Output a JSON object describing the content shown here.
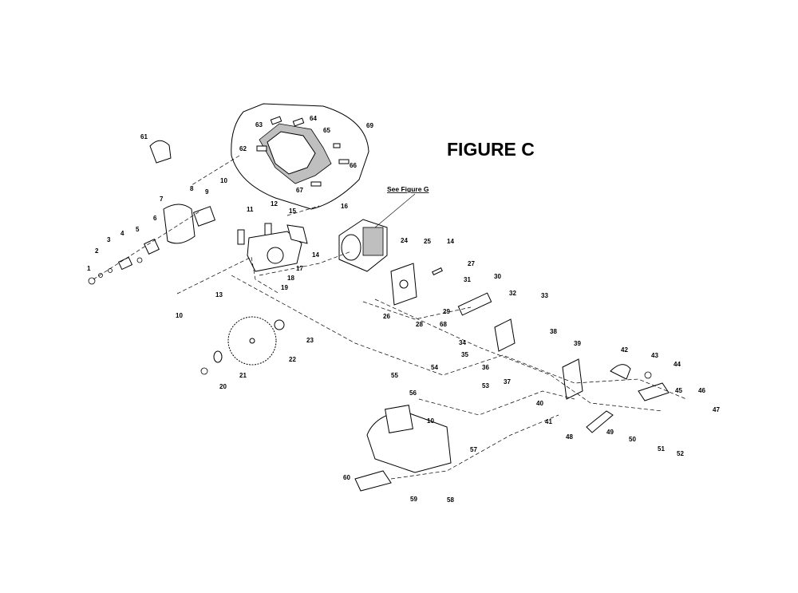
{
  "title": "FIGURE C",
  "reference_label": "See Figure G",
  "callouts": {
    "p1": "1",
    "p2": "2",
    "p3": "3",
    "p4": "4",
    "p5": "5",
    "p6": "6",
    "p7": "7",
    "p8": "8",
    "p9": "9",
    "p10a": "10",
    "p10b": "10",
    "p10c": "10",
    "p11": "11",
    "p12": "12",
    "p13": "13",
    "p14a": "14",
    "p14b": "14",
    "p15": "15",
    "p16": "16",
    "p17": "17",
    "p18": "18",
    "p19": "19",
    "p20": "20",
    "p21": "21",
    "p22": "22",
    "p23": "23",
    "p24": "24",
    "p25": "25",
    "p26": "26",
    "p27": "27",
    "p28": "28",
    "p29": "29",
    "p30": "30",
    "p31": "31",
    "p32": "32",
    "p33": "33",
    "p34": "34",
    "p35": "35",
    "p36": "36",
    "p37": "37",
    "p38": "38",
    "p39": "39",
    "p40": "40",
    "p41": "41",
    "p42": "42",
    "p43": "43",
    "p44": "44",
    "p45": "45",
    "p46": "46",
    "p47": "47",
    "p48": "48",
    "p49": "49",
    "p50": "50",
    "p51": "51",
    "p52": "52",
    "p53": "53",
    "p54": "54",
    "p55": "55",
    "p56": "56",
    "p57": "57",
    "p58": "58",
    "p59": "59",
    "p60": "60",
    "p61": "61",
    "p62": "62",
    "p63": "63",
    "p64": "64",
    "p65": "65",
    "p66": "66",
    "p67": "67",
    "p68": "68",
    "p69": "69"
  }
}
